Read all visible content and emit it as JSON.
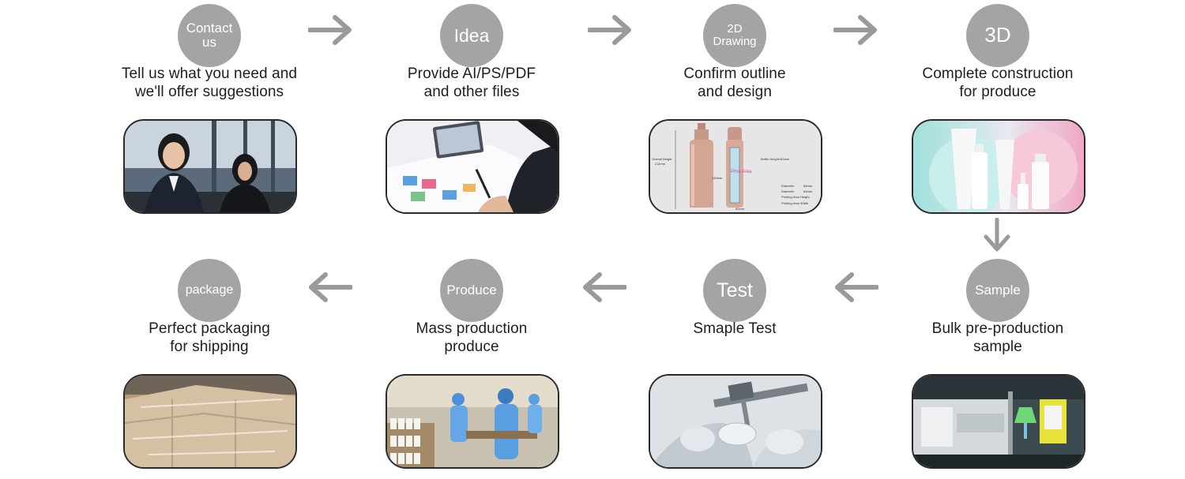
{
  "steps": [
    {
      "circle": [
        "Contact",
        "us"
      ],
      "circle_size": 17,
      "desc": [
        "Tell us what you need and",
        "we'll offer suggestions"
      ],
      "photo": "customer-service-photo"
    },
    {
      "circle": [
        "Idea"
      ],
      "circle_size": 23,
      "desc": [
        "Provide AI/PS/PDF",
        "and other files"
      ],
      "photo": "design-sketch-photo"
    },
    {
      "circle": [
        "2D",
        "Drawing"
      ],
      "circle_size": 15,
      "desc": [
        "Confirm outline",
        "and design"
      ],
      "photo": "bottle-drawing-photo"
    },
    {
      "circle": [
        "3D"
      ],
      "circle_size": 26,
      "desc": [
        "Complete construction",
        "for produce"
      ],
      "photo": "cosmetic-bottles-photo"
    },
    {
      "circle": [
        "Sample"
      ],
      "circle_size": 17,
      "desc": [
        "Bulk pre-production",
        "sample"
      ],
      "photo": "filling-machine-photo"
    },
    {
      "circle": [
        "Test"
      ],
      "circle_size": 25,
      "desc": [
        "Smaple Test"
      ],
      "photo": "caliper-test-photo"
    },
    {
      "circle": [
        "Produce"
      ],
      "circle_size": 17,
      "desc": [
        "Mass production",
        "produce"
      ],
      "photo": "factory-workers-photo"
    },
    {
      "circle": [
        "package"
      ],
      "circle_size": 16,
      "desc": [
        "Perfect packaging",
        "for shipping"
      ],
      "photo": "packed-boxes-photo"
    }
  ],
  "colors": {
    "circle": "#a4a4a4",
    "arrow": "#9a9a9a",
    "border": "#2a2a2a",
    "text": "#1e1e1e"
  },
  "photo_labels": {
    "drawing": [
      "Overall Height",
      "211mm",
      "Bottle Height183mm",
      "Diameter",
      "66mm",
      "Diameter",
      "63mm",
      "Printing Area Height",
      "Printing Area Width",
      "140mm",
      "Print Area",
      "60mm"
    ]
  }
}
